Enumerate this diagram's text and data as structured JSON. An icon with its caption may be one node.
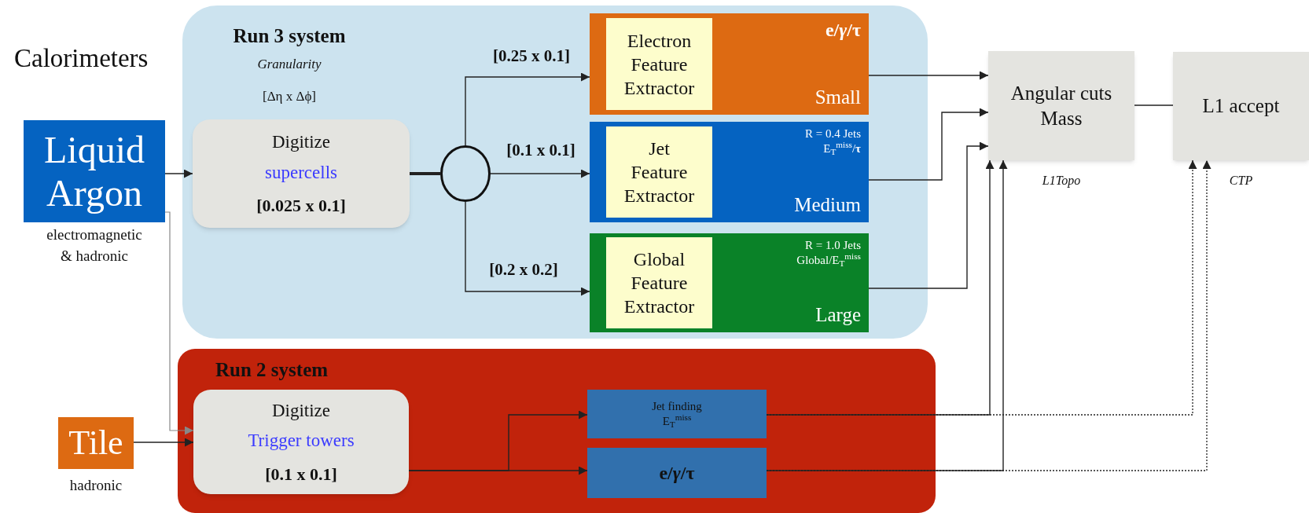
{
  "diagram": {
    "nodes": [
      {
        "text": [
          "Run 3 system",
          "Granularity",
          "[Δη x Δϕ]"
        ]
      },
      {
        "text": [
          "Liquid Argon"
        ],
        "beside": [
          "electromagnetic & hadronic"
        ]
      },
      {
        "text": [
          "Digitize",
          "supercells",
          "[0.025 x 0.1]"
        ],
        "in": 0
      },
      {
        "text": [],
        "shape": "circle",
        "in": 0
      },
      {
        "text": [
          "e/*γ*/τ",
          "Small"
        ],
        "in": 0
      },
      {
        "text": [
          "Electron Feature Extractor"
        ],
        "in": 4
      },
      {
        "text": [
          "R = 0.4 Jets",
          "E$_{T}$$^{miss}$/**τ**",
          "Medium"
        ],
        "in": 0
      },
      {
        "text": [
          "Jet Feature Extractor"
        ],
        "in": 6
      },
      {
        "text": [
          "R = 1.0 Jets",
          "Global/E$_{T}$$^{miss}$",
          "Large"
        ],
        "in": 0
      },
      {
        "text": [
          "Global Feature Extractor"
        ],
        "in": 8
      },
      {
        "text": [
          "Run 2 system"
        ]
      },
      {
        "text": [
          "Tile"
        ],
        "beside": [
          "hadronic"
        ]
      },
      {
        "text": [
          "Digitize",
          "Trigger towers",
          "[0.1 x 0.1]"
        ],
        "in": 10
      },
      {
        "text": [
          "Jet finding",
          "E$_{T}$$^{miss}$"
        ],
        "in": 10
      },
      {
        "text": [
          "e/*γ*/τ"
        ],
        "in": 10
      },
      {
        "text": [
          "Angular cuts Mass"
        ],
        "beside": [
          "L1Topo"
        ]
      },
      {
        "text": [
          "L1 accept"
        ],
        "beside": [
          "CTP"
        ]
      }
    ],
    "edges": [
      {
        "from": 1,
        "to": 2,
        "arrow": "to"
      },
      {
        "from": 1,
        "to": 12,
        "arrow": "to",
        "color": "#888888"
      },
      {
        "from": 11,
        "to": 12,
        "arrow": "to"
      },
      {
        "from": 2,
        "to": 3,
        "arrow": "none",
        "style": "thick"
      },
      {
        "from": 3,
        "to": 4,
        "arrow": "to",
        "label": "[0.25 x 0.1]"
      },
      {
        "from": 3,
        "to": 6,
        "arrow": "to",
        "label": "[0.1 x 0.1]"
      },
      {
        "from": 3,
        "to": 8,
        "arrow": "to",
        "label": "[0.2 x 0.2]"
      },
      {
        "from": 4,
        "to": 15,
        "arrow": "to"
      },
      {
        "from": 6,
        "to": 15,
        "arrow": "to"
      },
      {
        "from": 8,
        "to": 15,
        "arrow": "to"
      },
      {
        "from": 15,
        "to": 16,
        "arrow": "none"
      },
      {
        "from": 12,
        "to": 13,
        "arrow": "to"
      },
      {
        "from": 12,
        "to": 14,
        "arrow": "to"
      },
      {
        "from": 13,
        "to": 15,
        "arrow": "to"
      },
      {
        "from": 14,
        "to": 15,
        "arrow": "to"
      },
      {
        "from": 13,
        "to": 16,
        "arrow": "to",
        "style": "dashed"
      },
      {
        "from": 14,
        "to": 16,
        "arrow": "to",
        "style": "dashed"
      }
    ],
    "labels": [
      "Calorimeters"
    ]
  }
}
